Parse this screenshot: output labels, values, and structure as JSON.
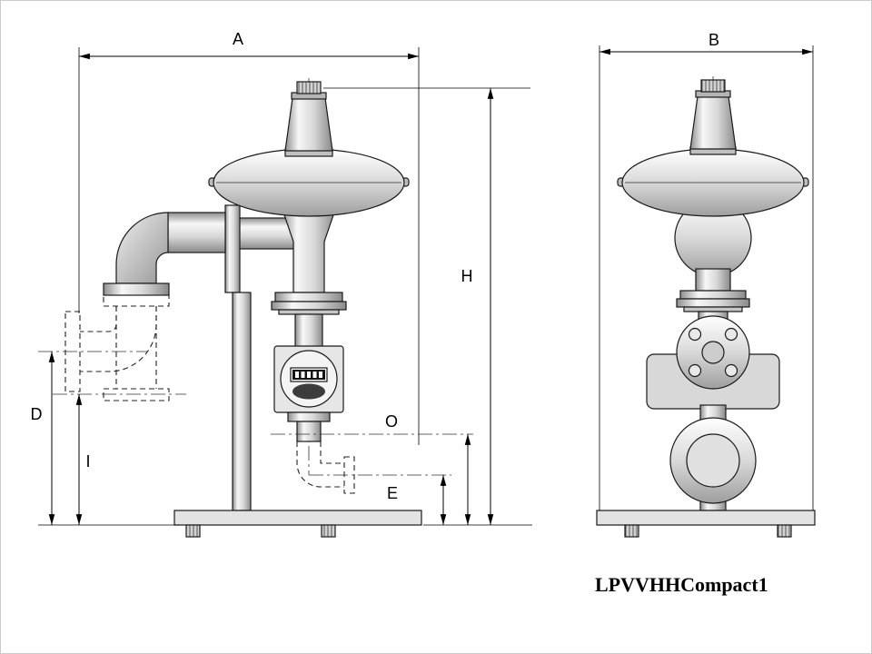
{
  "drawing": {
    "title": "LPVVHHCompact1",
    "dimension_labels": {
      "A": "A",
      "B": "B",
      "D": "D",
      "E": "E",
      "H": "H",
      "I": "I",
      "O": "O"
    }
  }
}
